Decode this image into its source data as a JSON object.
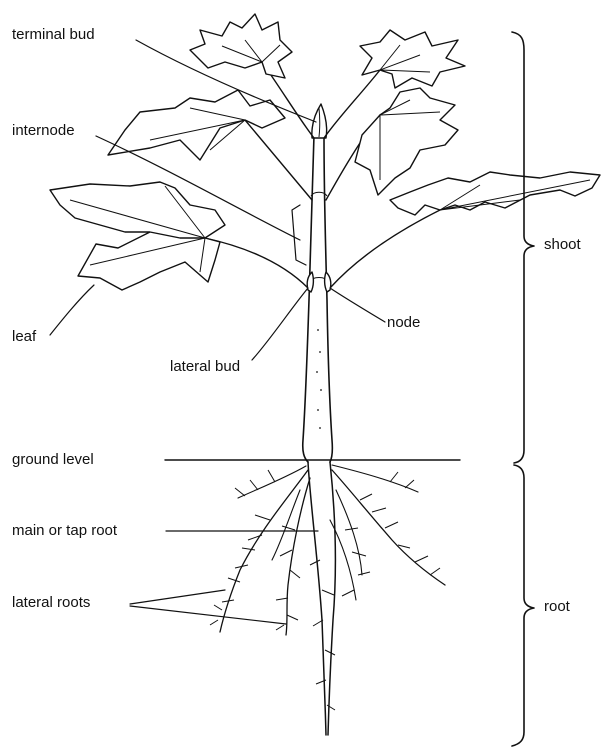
{
  "labels": {
    "terminal_bud": "terminal bud",
    "internode": "internode",
    "leaf": "leaf",
    "lateral_bud": "lateral bud",
    "node": "node",
    "ground_level": "ground level",
    "main_root": "main or tap root",
    "lateral_roots": "lateral roots",
    "shoot": "shoot",
    "root": "root"
  }
}
